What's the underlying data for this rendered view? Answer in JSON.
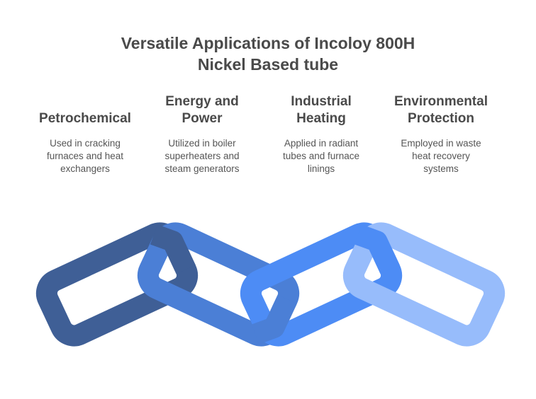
{
  "title": {
    "line1": "Versatile Applications of Incoloy 800H",
    "line2": "Nickel Based tube"
  },
  "items": [
    {
      "heading": [
        "Petrochemical"
      ],
      "description": [
        "Used in cracking",
        "furnaces and heat",
        "exchangers"
      ],
      "color": "#3f5f96"
    },
    {
      "heading": [
        "Energy and",
        "Power"
      ],
      "description": [
        "Utilized in boiler",
        "superheaters and",
        "steam generators"
      ],
      "color": "#4b7fd6"
    },
    {
      "heading": [
        "Industrial",
        "Heating"
      ],
      "description": [
        "Applied in radiant",
        "tubes and furnace",
        "linings"
      ],
      "color": "#4d8cf5"
    },
    {
      "heading": [
        "Environmental",
        "Protection"
      ],
      "description": [
        "Employed in waste",
        "heat recovery",
        "systems"
      ],
      "color": "#97bcfb"
    }
  ]
}
